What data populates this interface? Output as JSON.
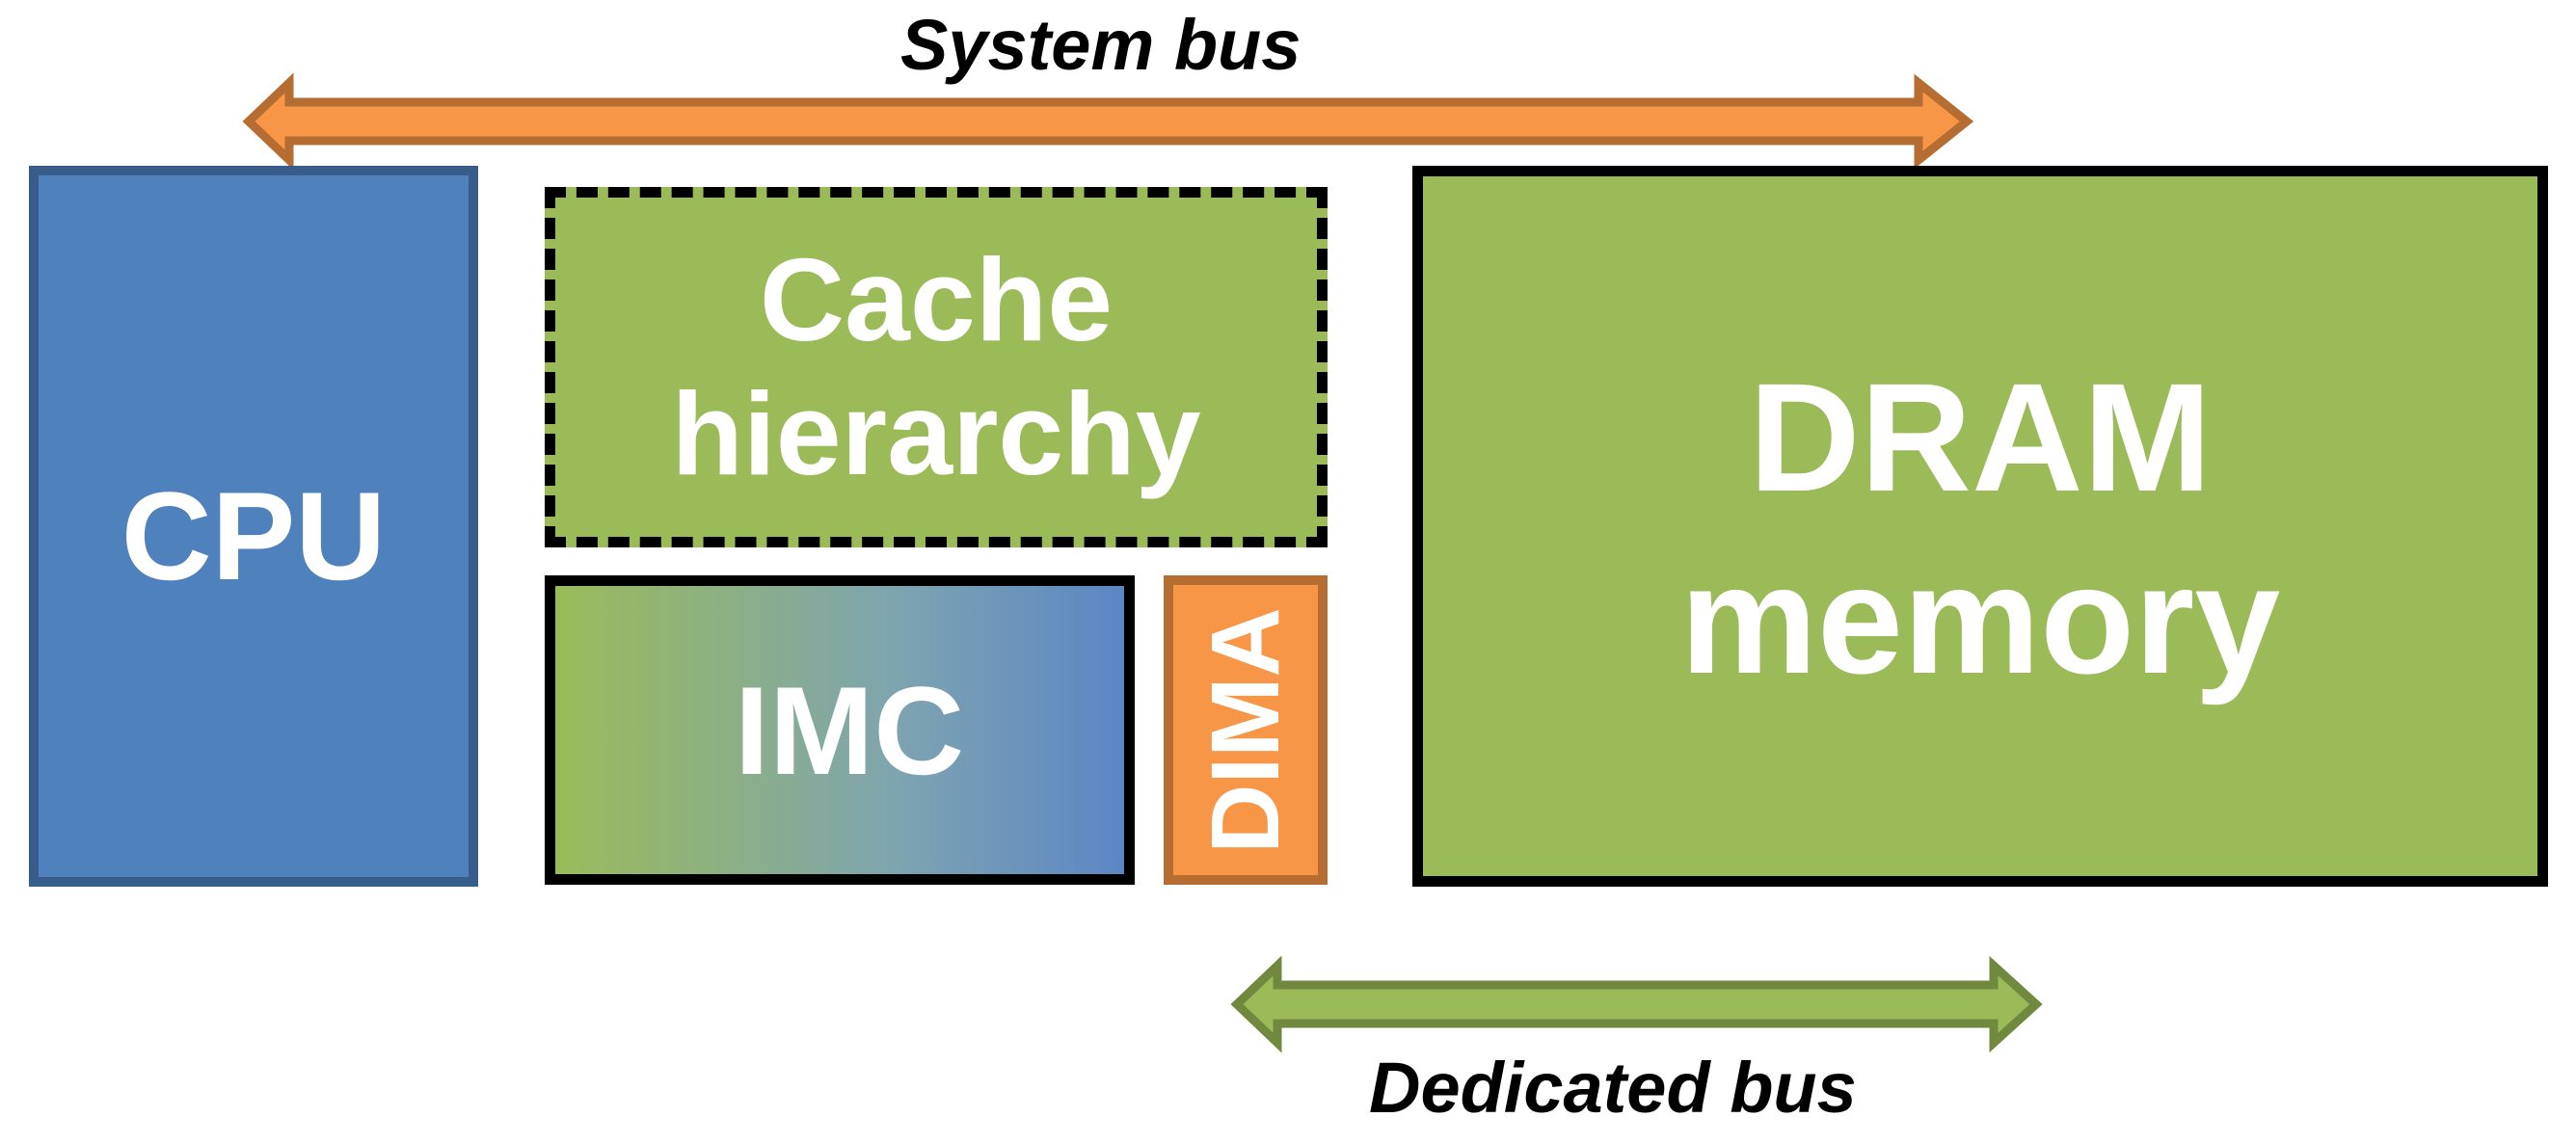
{
  "labels": {
    "system_bus": "System bus",
    "dedicated_bus": "Dedicated bus"
  },
  "blocks": {
    "cpu": "CPU",
    "cache_line1": "Cache",
    "cache_line2": "hierarchy",
    "imc": "IMC",
    "dima": "DIMA",
    "dram_line1": "DRAM",
    "dram_line2": "memory"
  },
  "colors": {
    "cpu_fill": "#4f81bd",
    "green_fill": "#9bbb59",
    "orange_fill": "#f79646",
    "system_bus_arrow": "#f79646",
    "dedicated_bus_arrow": "#9bbb59"
  }
}
